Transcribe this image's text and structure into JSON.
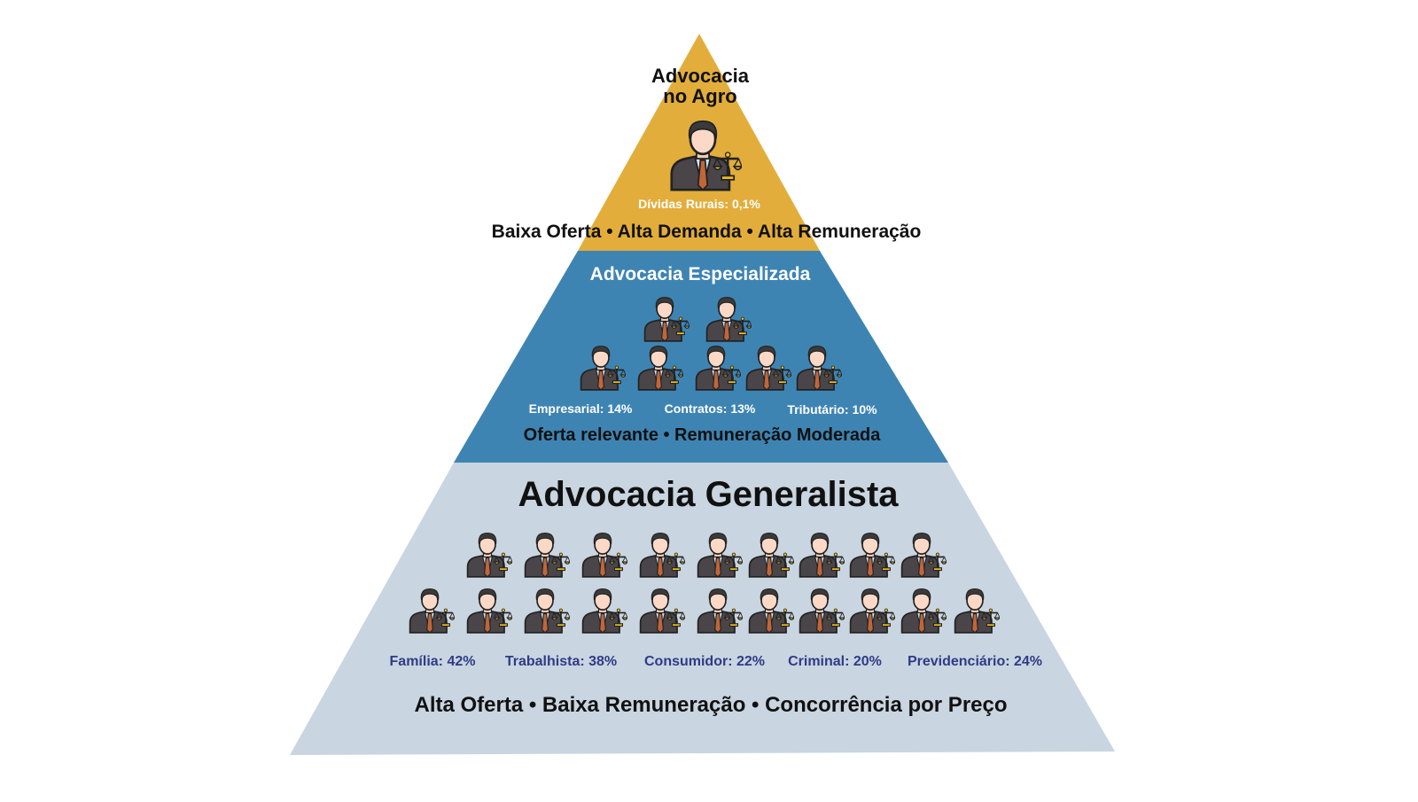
{
  "colors": {
    "top": "#E2AD3B",
    "middle": "#3E84B3",
    "bottom": "#C9D5E0",
    "blue_text": "#2f3b86"
  },
  "top": {
    "title_line1": "Advocacia",
    "title_line2": "no Agro",
    "areas": [
      "Dívidas Rurais: 0,1%"
    ],
    "summary": "Baixa Oferta • Alta Demanda • Alta Remuneração",
    "icon_count": 1
  },
  "middle": {
    "title": "Advocacia Especializada",
    "areas": [
      "Empresarial: 14%",
      "Contratos: 13%",
      "Tributário: 10%"
    ],
    "summary": "Oferta relevante • Remuneração Moderada",
    "icon_count": 7
  },
  "bottom": {
    "title": "Advocacia Generalista",
    "areas": [
      "Família: 42%",
      "Trabalhista: 38%",
      "Consumidor: 22%",
      "Criminal: 20%",
      "Previdenciário: 24%"
    ],
    "summary": "Alta Oferta • Baixa Remuneração • Concorrência por Preço",
    "icon_count": 20
  }
}
